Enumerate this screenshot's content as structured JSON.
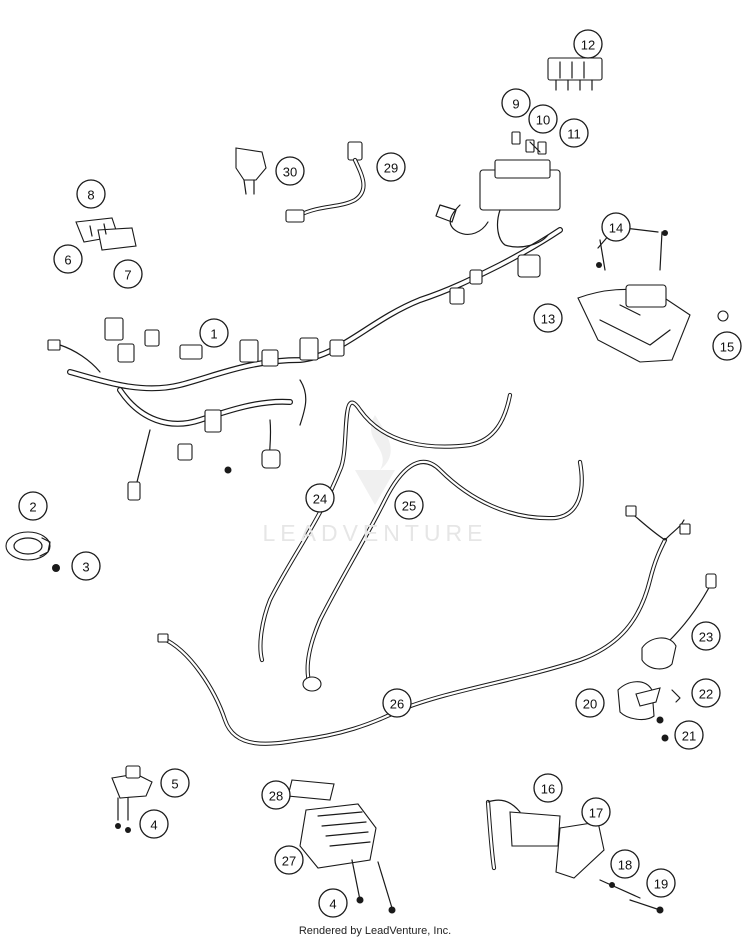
{
  "diagram": {
    "callouts": [
      {
        "id": "callout-1",
        "label": "1"
      },
      {
        "id": "callout-2",
        "label": "2"
      },
      {
        "id": "callout-3",
        "label": "3"
      },
      {
        "id": "callout-4a",
        "label": "4"
      },
      {
        "id": "callout-4b",
        "label": "4"
      },
      {
        "id": "callout-5",
        "label": "5"
      },
      {
        "id": "callout-6",
        "label": "6"
      },
      {
        "id": "callout-7",
        "label": "7"
      },
      {
        "id": "callout-8",
        "label": "8"
      },
      {
        "id": "callout-9",
        "label": "9"
      },
      {
        "id": "callout-10",
        "label": "10"
      },
      {
        "id": "callout-11",
        "label": "11"
      },
      {
        "id": "callout-12",
        "label": "12"
      },
      {
        "id": "callout-13",
        "label": "13"
      },
      {
        "id": "callout-14",
        "label": "14"
      },
      {
        "id": "callout-15",
        "label": "15"
      },
      {
        "id": "callout-16",
        "label": "16"
      },
      {
        "id": "callout-17",
        "label": "17"
      },
      {
        "id": "callout-18",
        "label": "18"
      },
      {
        "id": "callout-19",
        "label": "19"
      },
      {
        "id": "callout-20",
        "label": "20"
      },
      {
        "id": "callout-21",
        "label": "21"
      },
      {
        "id": "callout-22",
        "label": "22"
      },
      {
        "id": "callout-23",
        "label": "23"
      },
      {
        "id": "callout-24",
        "label": "24"
      },
      {
        "id": "callout-25",
        "label": "25"
      },
      {
        "id": "callout-26",
        "label": "26"
      },
      {
        "id": "callout-27",
        "label": "27"
      },
      {
        "id": "callout-28",
        "label": "28"
      },
      {
        "id": "callout-29",
        "label": "29"
      },
      {
        "id": "callout-30",
        "label": "30"
      }
    ]
  },
  "watermark": "LEADVENTURE",
  "credit": "Rendered by LeadVenture, Inc."
}
